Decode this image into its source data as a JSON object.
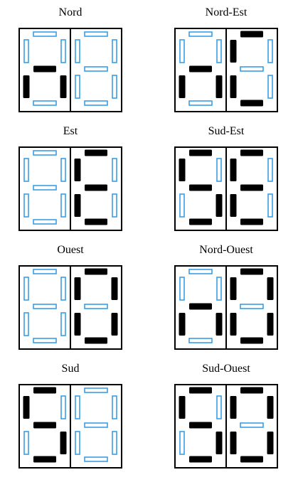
{
  "colors": {
    "on": "#000000",
    "off_stroke": "#3a9ee8",
    "off_fill": "#ffffff",
    "frame": "#000000"
  },
  "panels": [
    {
      "label": "Nord",
      "digits": [
        [
          false,
          false,
          false,
          false,
          false,
          false,
          false
        ],
        [
          false,
          false,
          false,
          false,
          false,
          false,
          false
        ]
      ]
    },
    {
      "label": "Nord-Est",
      "digits": [
        [
          false,
          false,
          false,
          false,
          false,
          false,
          false
        ],
        [
          false,
          false,
          false,
          false,
          false,
          false,
          false
        ]
      ]
    },
    {
      "label": "Est",
      "digits": [
        [
          false,
          false,
          false,
          false,
          false,
          false,
          false
        ],
        [
          false,
          false,
          false,
          false,
          false,
          false,
          false
        ]
      ]
    },
    {
      "label": "Sud-Est",
      "digits": [
        [
          false,
          false,
          false,
          false,
          false,
          false,
          false
        ],
        [
          false,
          false,
          false,
          false,
          false,
          false,
          false
        ]
      ]
    },
    {
      "label": "Ouest",
      "digits": [
        [
          false,
          false,
          false,
          false,
          false,
          false,
          false
        ],
        [
          false,
          false,
          false,
          false,
          false,
          false,
          false
        ]
      ]
    },
    {
      "label": "Nord-Ouest",
      "digits": [
        [
          false,
          false,
          false,
          false,
          false,
          false,
          false
        ],
        [
          false,
          false,
          false,
          false,
          false,
          false,
          false
        ]
      ]
    },
    {
      "label": "Sud",
      "digits": [
        [
          false,
          false,
          false,
          false,
          false,
          false,
          false
        ],
        [
          false,
          false,
          false,
          false,
          false,
          false,
          false
        ]
      ]
    },
    {
      "label": "Sud-Ouest",
      "digits": [
        [
          false,
          false,
          false,
          false,
          false,
          false,
          false
        ],
        [
          false,
          false,
          false,
          false,
          false,
          false,
          false
        ]
      ]
    }
  ]
}
